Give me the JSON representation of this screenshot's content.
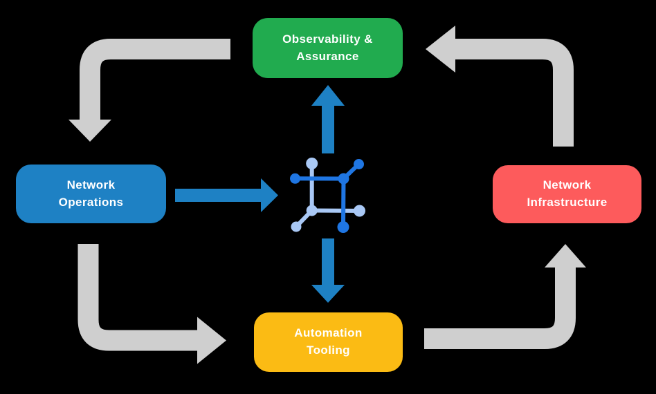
{
  "colors": {
    "background": "#000000",
    "green": "#21AB4F",
    "blue": "#1E81C4",
    "red": "#FD5B5C",
    "yellow": "#FBBB14",
    "gray_arrow": "#CFCFCF",
    "flow_arrow": "#1E81C4",
    "icon_dark": "#1F76E3",
    "icon_light": "#A9C8F5",
    "text": "#FFFFFF"
  },
  "nodes": {
    "observability": {
      "label": "Observability & Assurance",
      "line1": "Observability &",
      "line2": "Assurance",
      "position": "top",
      "color": "#21AB4F"
    },
    "operations": {
      "label": "Network Operations",
      "line1": "Network",
      "line2": "Operations",
      "position": "left",
      "color": "#1E81C4"
    },
    "infrastructure": {
      "label": "Network Infrastructure",
      "line1": "Network",
      "line2": "Infrastructure",
      "position": "right",
      "color": "#FD5B5C"
    },
    "automation": {
      "label": "Automation Tooling",
      "line1": "Automation",
      "line2": "Tooling",
      "position": "bottom",
      "color": "#FBBB14"
    }
  },
  "center_icon": "network-mesh-icon",
  "cycle_arrows": [
    {
      "from": "observability",
      "to": "operations",
      "shape": "left-then-down",
      "color": "#CFCFCF"
    },
    {
      "from": "operations",
      "to": "automation",
      "shape": "down-then-right",
      "color": "#CFCFCF"
    },
    {
      "from": "automation",
      "to": "infrastructure",
      "shape": "right-then-up",
      "color": "#CFCFCF"
    },
    {
      "from": "infrastructure",
      "to": "observability",
      "shape": "up-then-left",
      "color": "#CFCFCF"
    }
  ],
  "flow_arrows": [
    {
      "from": "operations",
      "to": "center-icon",
      "direction": "right",
      "color": "#1E81C4"
    },
    {
      "from": "center-icon",
      "to": "observability",
      "direction": "up",
      "color": "#1E81C4"
    },
    {
      "from": "center-icon",
      "to": "automation",
      "direction": "down",
      "color": "#1E81C4"
    }
  ]
}
